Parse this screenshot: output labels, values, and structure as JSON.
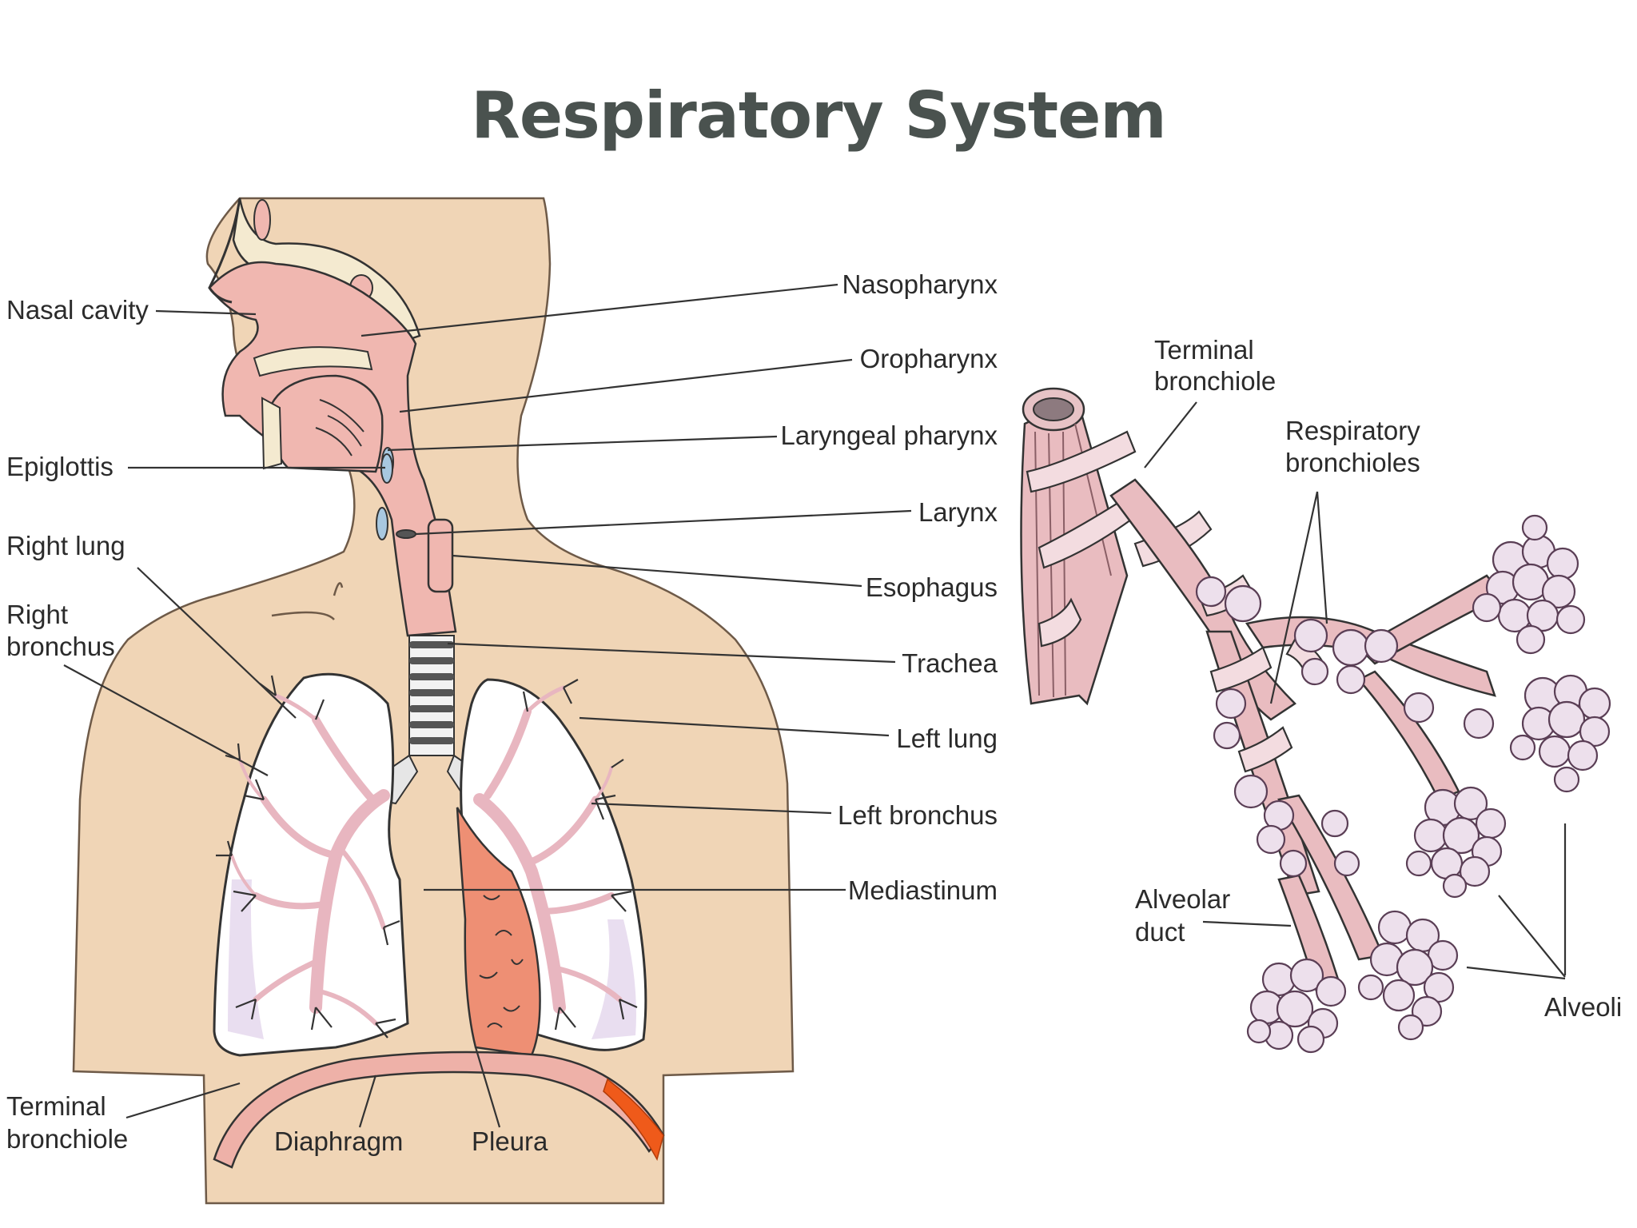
{
  "title": "Respiratory System",
  "colors": {
    "title": "#4a524f",
    "skin": "#f0d5b6",
    "skin_outline": "#6e5a48",
    "airway": "#f0b7b0",
    "bone": "#f4ead0",
    "lung_fill": "#ffffff",
    "bronchi": "#e8b6c0",
    "mediastinum": "#ee8f74",
    "diaphragm": "#eeb1a8",
    "pleura_accent": "#ef5a1a",
    "alveoli": "#ede0ec",
    "alveoli_outline": "#5a3e55",
    "bronchiole_muscle": "#e9bcc0",
    "label_text": "#2b2b2b"
  },
  "body_labels": {
    "nasal_cavity": "Nasal cavity",
    "epiglottis": "Epiglottis",
    "right_lung": "Right lung",
    "right_bronchus_1": "Right",
    "right_bronchus_2": "bronchus",
    "terminal_bronchiole_1": "Terminal",
    "terminal_bronchiole_2": "bronchiole",
    "nasopharynx": "Nasopharynx",
    "oropharynx": "Oropharynx",
    "laryngeal_pharynx": "Laryngeal pharynx",
    "larynx": "Larynx",
    "esophagus": "Esophagus",
    "trachea": "Trachea",
    "left_lung": "Left lung",
    "left_bronchus": "Left bronchus",
    "mediastinum": "Mediastinum",
    "diaphragm": "Diaphragm",
    "pleura": "Pleura"
  },
  "detail_labels": {
    "terminal_bronchiole_1": "Terminal",
    "terminal_bronchiole_2": "bronchiole",
    "respiratory_bronchioles_1": "Respiratory",
    "respiratory_bronchioles_2": "bronchioles",
    "alveolar_duct_1": "Alveolar",
    "alveolar_duct_2": "duct",
    "alveoli": "Alveoli"
  }
}
